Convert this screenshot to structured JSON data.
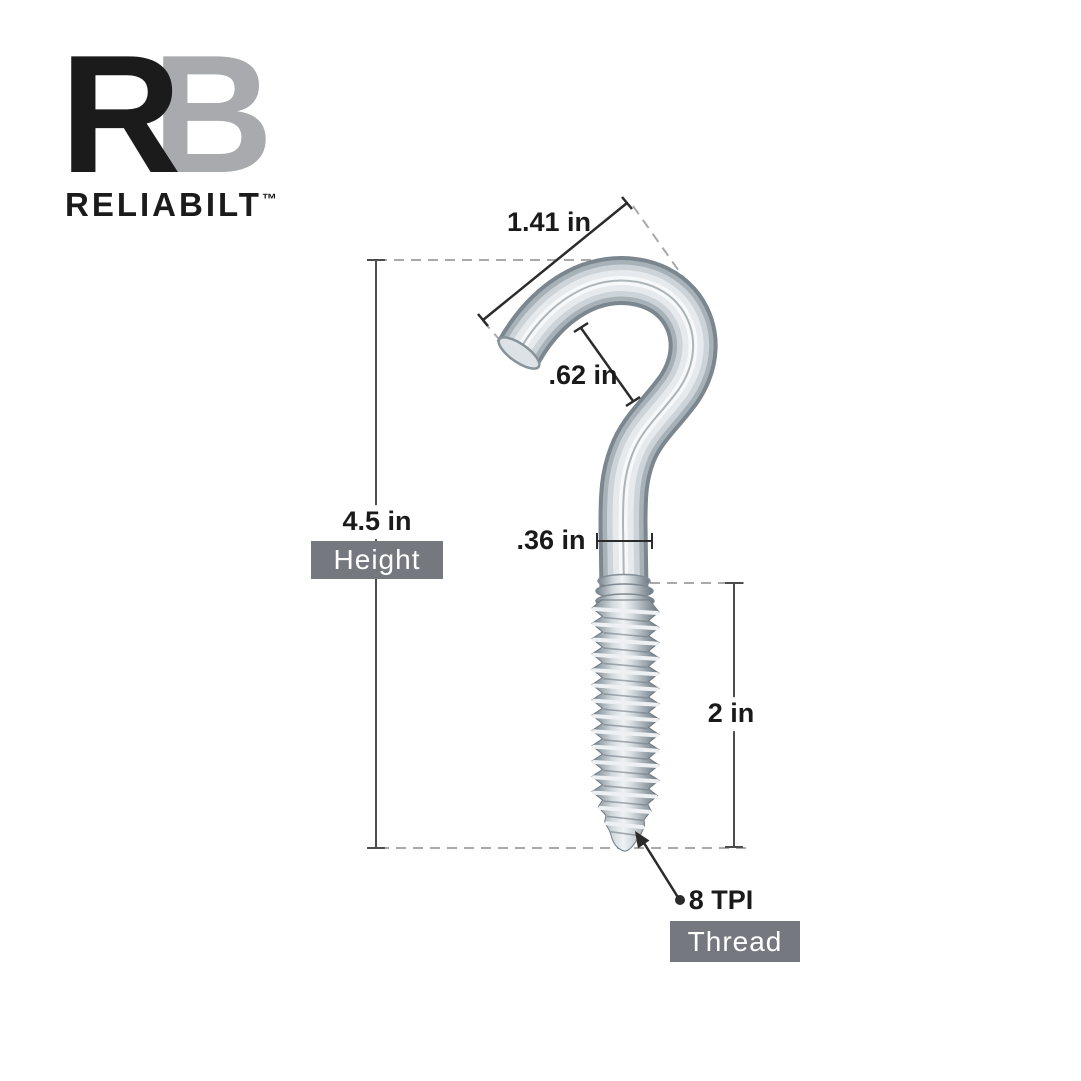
{
  "brand": {
    "letter_r": "R",
    "letter_b": "B",
    "name": "RELIABILT",
    "trademark": "™"
  },
  "dimensions": {
    "hook_width": {
      "label": "1.41 in"
    },
    "hook_opening": {
      "label": ".62 in"
    },
    "height": {
      "label": "4.5 in",
      "badge": "Height"
    },
    "shaft_diameter": {
      "label": ".36 in"
    },
    "thread_length": {
      "label": "2 in"
    },
    "thread_pitch": {
      "label": "8 TPI",
      "badge": "Thread"
    }
  },
  "colors": {
    "background": "#ffffff",
    "badge_background": "#75787e",
    "badge_text": "#ffffff",
    "label_text": "#1a1a1a",
    "logo_black": "#1b1b1b",
    "logo_gray": "#a8aaad",
    "dimension_line": "#4d4d4d",
    "dashed_guide": "#a9a9a9",
    "metal_edge": "#7b868e",
    "metal_highlight": "#f6f8f9"
  }
}
